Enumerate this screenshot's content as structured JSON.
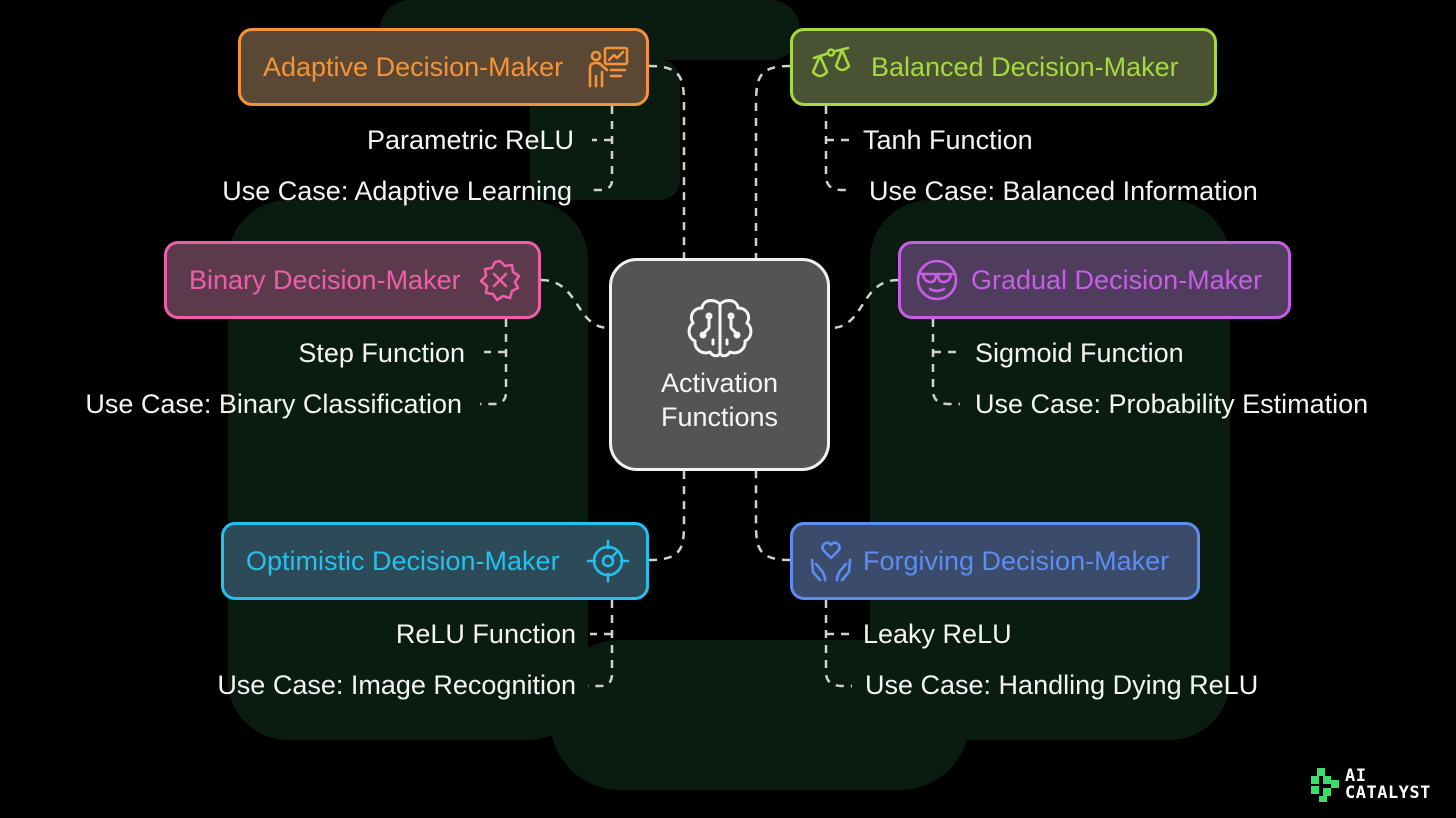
{
  "center": {
    "title_line1": "Activation",
    "title_line2": "Functions",
    "icon": "brain-circuit-icon"
  },
  "nodes": [
    {
      "key": "adaptive",
      "label": "Adaptive Decision-Maker",
      "icon": "presenter-chart-icon",
      "color": "#f4943a",
      "fill": "#5a4834",
      "items": [
        "Parametric ReLU",
        "Use Case: Adaptive Learning"
      ]
    },
    {
      "key": "balanced",
      "label": "Balanced Decision-Maker",
      "icon": "scales-icon",
      "color": "#a5d93f",
      "fill": "#4a5234",
      "items": [
        "Tanh Function",
        "Use Case: Balanced Information"
      ]
    },
    {
      "key": "binary",
      "label": "Binary Decision-Maker",
      "icon": "x-badge-icon",
      "color": "#ec5fa8",
      "fill": "#5c3a4c",
      "items": [
        "Step Function",
        "Use Case: Binary Classification"
      ]
    },
    {
      "key": "gradual",
      "label": "Gradual Decision-Maker",
      "icon": "cool-face-icon",
      "color": "#c65ee6",
      "fill": "#503c5e",
      "items": [
        "Sigmoid Function",
        "Use Case: Probability Estimation"
      ]
    },
    {
      "key": "optimistic",
      "label": "Optimistic Decision-Maker",
      "icon": "target-icon",
      "color": "#22c1ee",
      "fill": "#2d4a58",
      "items": [
        "ReLU Function",
        "Use Case: Image Recognition"
      ]
    },
    {
      "key": "forgiving",
      "label": "Forgiving Decision-Maker",
      "icon": "heart-hands-icon",
      "color": "#5d8df0",
      "fill": "#3a4b6c",
      "items": [
        "Leaky ReLU",
        "Use Case: Handling Dying ReLU"
      ]
    }
  ],
  "brand": {
    "line1": "AI",
    "line2": "CATALYST",
    "icon": "ai-catalyst-logo-icon"
  },
  "colors": {
    "background": "#000000",
    "watermark": "#0a1c10",
    "connector": "#d0d0d0"
  }
}
